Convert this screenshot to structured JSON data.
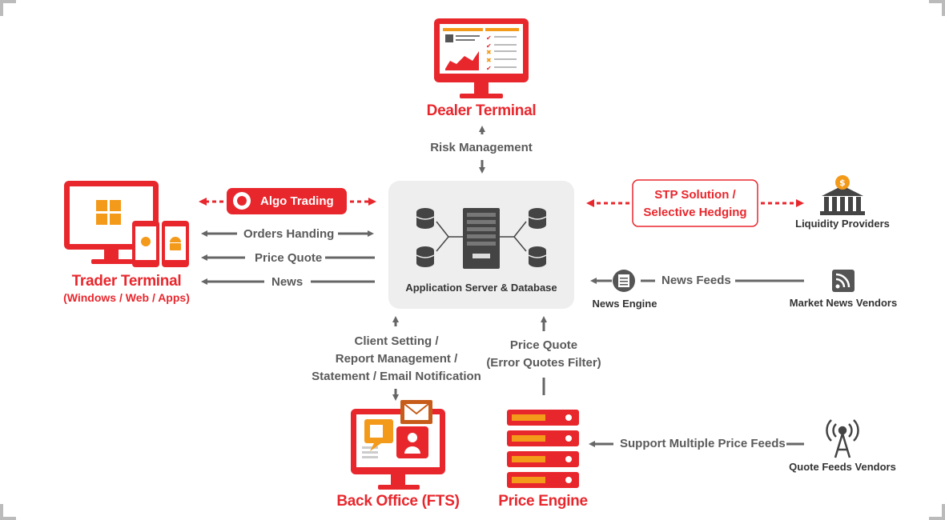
{
  "nodes": {
    "dealer_terminal": "Dealer Terminal",
    "trader_terminal": "Trader Terminal",
    "trader_terminal_sub": "(Windows / Web / Apps)",
    "app_server": "Application Server & Database",
    "liquidity_providers": "Liquidity Providers",
    "news_engine": "News Engine",
    "market_news_vendors": "Market News Vendors",
    "back_office": "Back Office (FTS)",
    "price_engine": "Price Engine",
    "quote_feeds_vendors": "Quote Feeds Vendors"
  },
  "edges": {
    "risk_management": "Risk Management",
    "algo_trading": "Algo Trading",
    "orders_handing": "Orders Handing",
    "price_quote_trader": "Price Quote",
    "news": "News",
    "stp_line1": "STP Solution /",
    "stp_line2": "Selective Hedging",
    "news_feeds": "News Feeds",
    "backoffice_line1": "Client Setting /",
    "backoffice_line2": "Report Management /",
    "backoffice_line3": "Statement / Email Notification",
    "pe_price_quote": "Price Quote",
    "pe_error_filter": "(Error Quotes Filter)",
    "multiple_feeds": "Support Multiple Price Feeds"
  },
  "icons": [
    "windows-logo-icon",
    "apple-icon",
    "android-icon",
    "algo-icon",
    "bank-icon",
    "dollar-icon",
    "rss-icon",
    "news-icon",
    "antenna-icon",
    "server-icon",
    "database-icon",
    "chat-icon",
    "envelope-icon",
    "user-icon"
  ],
  "colors": {
    "accent": "#e8272d",
    "orange": "#f49a1a",
    "gray": "#666666",
    "panel": "#eeeeee"
  }
}
